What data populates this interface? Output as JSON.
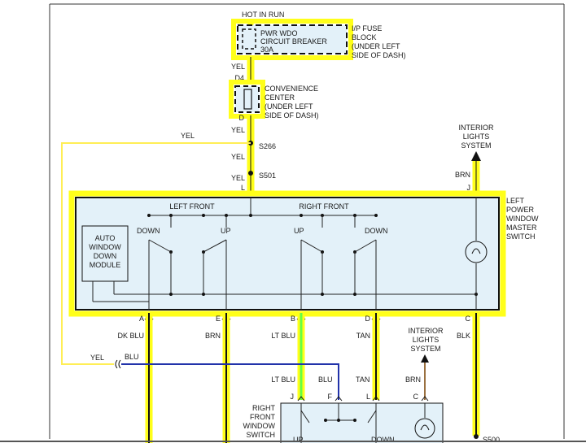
{
  "colors": {
    "highlight": "#ffff1a",
    "module_fill": "#e3f1f9",
    "wire_yel": "#ffee55",
    "wire_blu": "#2233aa",
    "wire_lt_blu": "#66ff44",
    "wire_brn": "#9a7040",
    "ink": "#111111"
  },
  "top": {
    "hot_label": "HOT IN RUN",
    "breaker_lines": [
      "PWR WDO",
      "CIRCUIT BREAKER",
      "30A"
    ],
    "fuse_block_lines": [
      "I/P FUSE",
      "BLOCK",
      "(UNDER LEFT",
      "SIDE OF DASH)"
    ],
    "wire_yel_1": "YEL",
    "pin_d4": "D4",
    "convenience_lines": [
      "CONVENIENCE",
      "CENTER",
      "(UNDER LEFT",
      "SIDE OF DASH)"
    ],
    "pin_d": "D",
    "wire_yel_2": "YEL",
    "wire_yel_branch": "YEL",
    "splice_s266": "S266",
    "wire_yel_3": "YEL",
    "splice_s501": "S501",
    "wire_yel_4": "YEL",
    "pin_l": "L"
  },
  "interior_top": {
    "lines": [
      "INTERIOR",
      "LIGHTS",
      "SYSTEM"
    ],
    "wire": "BRN",
    "pin": "J"
  },
  "master": {
    "title_lines": [
      "LEFT",
      "POWER",
      "WINDOW",
      "MASTER",
      "SWITCH"
    ],
    "left_front": "LEFT FRONT",
    "right_front": "RIGHT FRONT",
    "auto_module_lines": [
      "AUTO",
      "WINDOW",
      "DOWN",
      "MODULE"
    ],
    "lf_down": "DOWN",
    "lf_up": "UP",
    "rf_up": "UP",
    "rf_down": "DOWN"
  },
  "pins_bottom": {
    "a": "A",
    "e": "E",
    "b": "B",
    "d": "D",
    "c": "C"
  },
  "wires_bottom": {
    "a": "DK BLU",
    "e": "BRN",
    "b": "LT BLU",
    "d": "TAN",
    "c": "BLK"
  },
  "interior_bottom": {
    "lines": [
      "INTERIOR",
      "LIGHTS",
      "SYSTEM"
    ]
  },
  "left_run": {
    "yel": "YEL",
    "blu": "BLU"
  },
  "rf_labels": {
    "lt_blu": "LT BLU",
    "blu": "BLU",
    "tan": "TAN",
    "brn": "BRN",
    "pin_j": "J",
    "pin_f": "F",
    "pin_l": "L",
    "pin_c": "C"
  },
  "rf_switch": {
    "title_lines": [
      "RIGHT",
      "FRONT",
      "WINDOW",
      "SWITCH"
    ],
    "up": "UP",
    "down": "DOWN"
  },
  "splice_s500": "S500"
}
